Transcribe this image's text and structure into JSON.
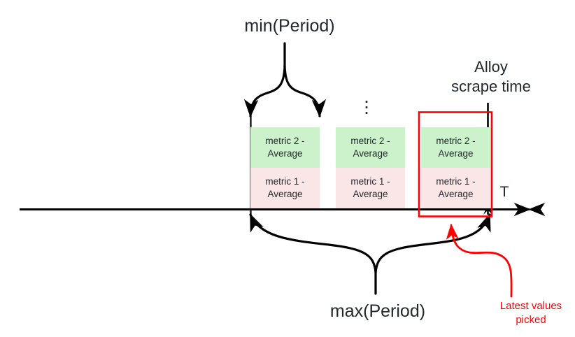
{
  "diagram": {
    "title_min": "min(Period)",
    "title_max": "max(Period)",
    "alloy_label": "Alloy\nscrape time",
    "axis_label": "T",
    "latest_note": "Latest values\npicked",
    "ellipsis": "⋮",
    "colors": {
      "metric2_fill": "#ccf2cc",
      "metric1_fill": "#fae6e6",
      "annotation_red": "#ff0000",
      "line_black": "#000000",
      "text": "#23282d"
    },
    "metric_groups": [
      {
        "id": "group-1",
        "cells": [
          {
            "line1": "metric 2 -",
            "line2": "Average",
            "fill": "green"
          },
          {
            "line1": "metric 1 -",
            "line2": "Average",
            "fill": "pink"
          }
        ]
      },
      {
        "id": "group-2",
        "cells": [
          {
            "line1": "metric 2 -",
            "line2": "Average",
            "fill": "green"
          },
          {
            "line1": "metric 1 -",
            "line2": "Average",
            "fill": "pink"
          }
        ]
      },
      {
        "id": "group-3",
        "cells": [
          {
            "line1": "metric 2 -",
            "line2": "Average",
            "fill": "green"
          },
          {
            "line1": "metric 1 -",
            "line2": "Average",
            "fill": "pink"
          }
        ]
      }
    ]
  }
}
